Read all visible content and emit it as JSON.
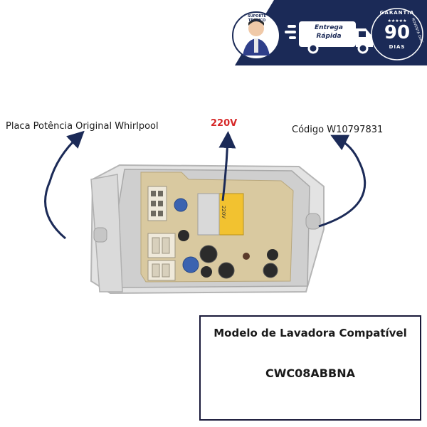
{
  "banner": {
    "support_badge": "SUPORTE TÉCNICO",
    "delivery_line1": "Entrega",
    "delivery_line2": "Rápida",
    "warranty_top": "GARANTIA",
    "warranty_side": "NOVENTA DIAS",
    "warranty_stars": "★★★★★",
    "warranty_number": "90",
    "warranty_unit": "DIAS"
  },
  "labels": {
    "product": "Placa Potência Original Whirlpool",
    "voltage": "220V",
    "code": "Código W10797831",
    "relay_text": "220V"
  },
  "model_box": {
    "title": "Modelo de Lavadora Compatível",
    "model": "CWC08ABBNA"
  },
  "colors": {
    "banner_navy": "#1b2a57",
    "accent_red": "#d62828",
    "arrow_navy": "#1b2a57",
    "relay_yellow": "#f2c230",
    "board_tan": "#d9c9a0"
  }
}
